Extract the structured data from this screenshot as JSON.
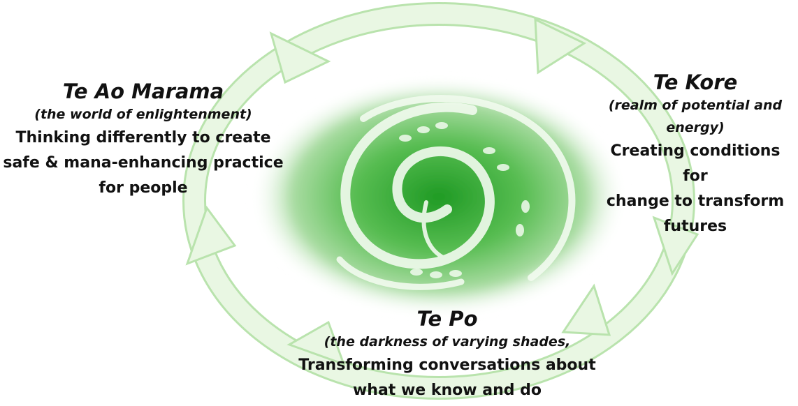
{
  "colors": {
    "ring_fill": "#e9f7e3",
    "ring_stroke": "#b9e3ad",
    "eye_core": "#1f9a24",
    "eye_mid": "#58bd52",
    "eye_edge": "#ffffff",
    "carving": "#f2fbef",
    "text": "#111111"
  },
  "icons": {
    "center": "carved-koru-spiral-icon",
    "cycle": "circular-arrow-icon"
  },
  "stages": {
    "te_ao_marama": {
      "title": "Te Ao Marama",
      "subtitle": "(the world of enlightenment)",
      "desc_1": "Thinking differently to create",
      "desc_2": "safe & mana-enhancing practice",
      "desc_3": "for people"
    },
    "te_kore": {
      "title": "Te Kore",
      "subtitle_1": "(realm of potential and",
      "subtitle_2": "energy)",
      "desc_1": "Creating conditions for",
      "desc_2": "change to transform",
      "desc_3": "futures"
    },
    "te_po": {
      "title": "Te Po",
      "subtitle": "(the darkness of varying shades,",
      "desc_1": "Transforming conversations about",
      "desc_2": "what we know and do"
    }
  }
}
